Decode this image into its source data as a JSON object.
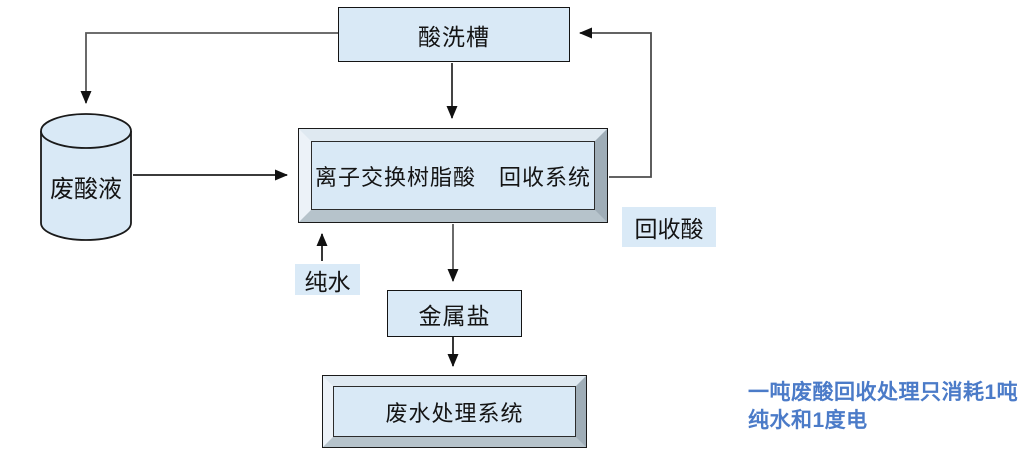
{
  "diagram": {
    "nodes": {
      "acid_wash_tank": "酸洗槽",
      "waste_acid_tank": "废酸液",
      "ion_exchange_system": "离子交换树脂酸　回收系统",
      "metal_salt": "金属盐",
      "wastewater_system": "废水处理系统"
    },
    "labels": {
      "recovered_acid": "回收酸",
      "pure_water": "纯水"
    },
    "note": {
      "line1": "一吨废酸回收处理只消耗1吨",
      "line2": "纯水和1度电"
    },
    "edges": [
      {
        "from": "acid_wash_tank",
        "to": "waste_acid_tank"
      },
      {
        "from": "waste_acid_tank",
        "to": "ion_exchange_system"
      },
      {
        "from": "acid_wash_tank",
        "to": "ion_exchange_system"
      },
      {
        "from": "ion_exchange_system",
        "to": "acid_wash_tank",
        "label": "回收酸"
      },
      {
        "from": "pure_water",
        "to": "ion_exchange_system",
        "label": "纯水"
      },
      {
        "from": "ion_exchange_system",
        "to": "metal_salt"
      },
      {
        "from": "metal_salt",
        "to": "wastewater_system"
      }
    ],
    "colors": {
      "node_fill": "#d9e9f6",
      "label_bg": "#daeaf7",
      "bevel_light": "#ecf2f8",
      "bevel_dark": "#9fadb7",
      "note_text": "#4b7bc8",
      "line_color": "#404040"
    }
  }
}
